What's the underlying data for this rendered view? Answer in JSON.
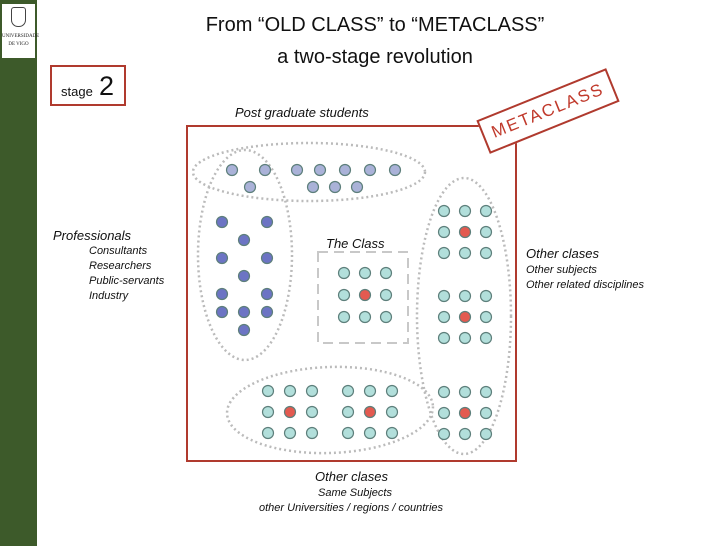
{
  "institution": {
    "line1": "UNIVERSIDADE",
    "line2": "DE VIGO"
  },
  "title": {
    "line1": "From “OLD CLASS” to “METACLASS”",
    "line2": "a two-stage revolution"
  },
  "stage": {
    "word": "stage",
    "number": "2"
  },
  "metaclass_label": "METACLASS",
  "post_graduate": {
    "label": "Post graduate students"
  },
  "professionals": {
    "label": "Professionals",
    "items": [
      "Consultants",
      "Researchers",
      "Public-servants",
      "Industry"
    ]
  },
  "the_class": {
    "label": "The Class"
  },
  "other_classes_right": {
    "label": "Other clases",
    "items": [
      "Other subjects",
      "Other related disciplines"
    ]
  },
  "other_classes_bottom": {
    "label": "Other clases",
    "lines": [
      "Same Subjects",
      "other Universities / regions / countries"
    ]
  },
  "colors": {
    "frame": "#b03a2e",
    "ellipse": "#bbbbbb",
    "class_box": "#c8c8c8",
    "student_fill": "#b2dfdb",
    "student_stroke": "#5d7f7b",
    "teacher_fill": "#e35a50",
    "postgrad_fill": "#aab2d8",
    "professional_fill": "#6c74c4"
  }
}
